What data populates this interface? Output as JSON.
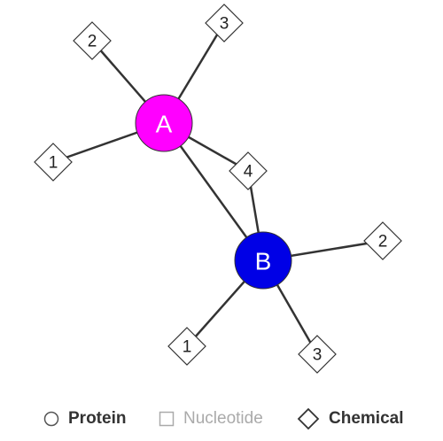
{
  "network": {
    "nodes": [
      {
        "id": "A",
        "label": "A",
        "type": "protein",
        "color": "#ff00ff"
      },
      {
        "id": "B",
        "label": "B",
        "type": "protein",
        "color": "#0000e6"
      },
      {
        "id": "A1",
        "label": "1",
        "type": "chemical"
      },
      {
        "id": "A2",
        "label": "2",
        "type": "chemical"
      },
      {
        "id": "A3",
        "label": "3",
        "type": "chemical"
      },
      {
        "id": "C4",
        "label": "4",
        "type": "chemical"
      },
      {
        "id": "B1",
        "label": "1",
        "type": "chemical"
      },
      {
        "id": "B2",
        "label": "2",
        "type": "chemical"
      },
      {
        "id": "B3",
        "label": "3",
        "type": "chemical"
      }
    ],
    "edges": [
      [
        "A",
        "A1"
      ],
      [
        "A",
        "A2"
      ],
      [
        "A",
        "A3"
      ],
      [
        "A",
        "C4"
      ],
      [
        "A",
        "B"
      ],
      [
        "B",
        "C4"
      ],
      [
        "B",
        "B1"
      ],
      [
        "B",
        "B2"
      ],
      [
        "B",
        "B3"
      ]
    ]
  },
  "legend": {
    "protein": "Protein",
    "nucleotide": "Nucleotide",
    "chemical": "Chemical"
  }
}
